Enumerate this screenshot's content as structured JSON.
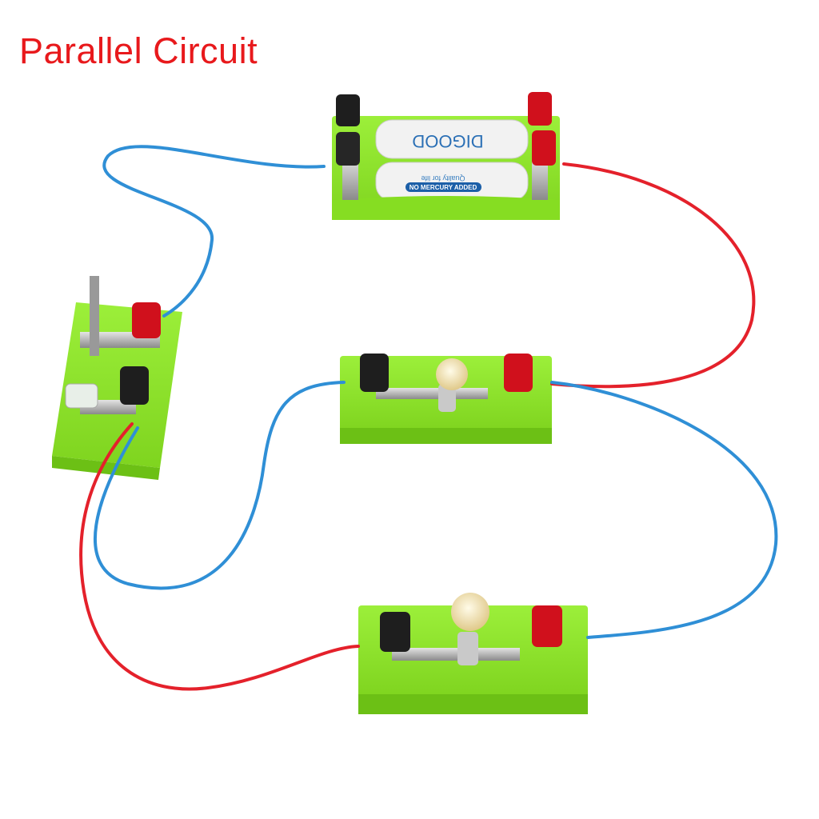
{
  "title": "Parallel Circuit",
  "battery_labels": {
    "brand": "DIGOOD",
    "badge": "NO MERCURY ADDED",
    "tagline": "Quality for life"
  },
  "colors": {
    "title": "#e8191c",
    "board": "#8ee62a",
    "red_wire": "#e4212b",
    "blue_wire": "#2f8fd6",
    "red_terminal": "#d0101c",
    "black_terminal": "#1e1e1e"
  }
}
